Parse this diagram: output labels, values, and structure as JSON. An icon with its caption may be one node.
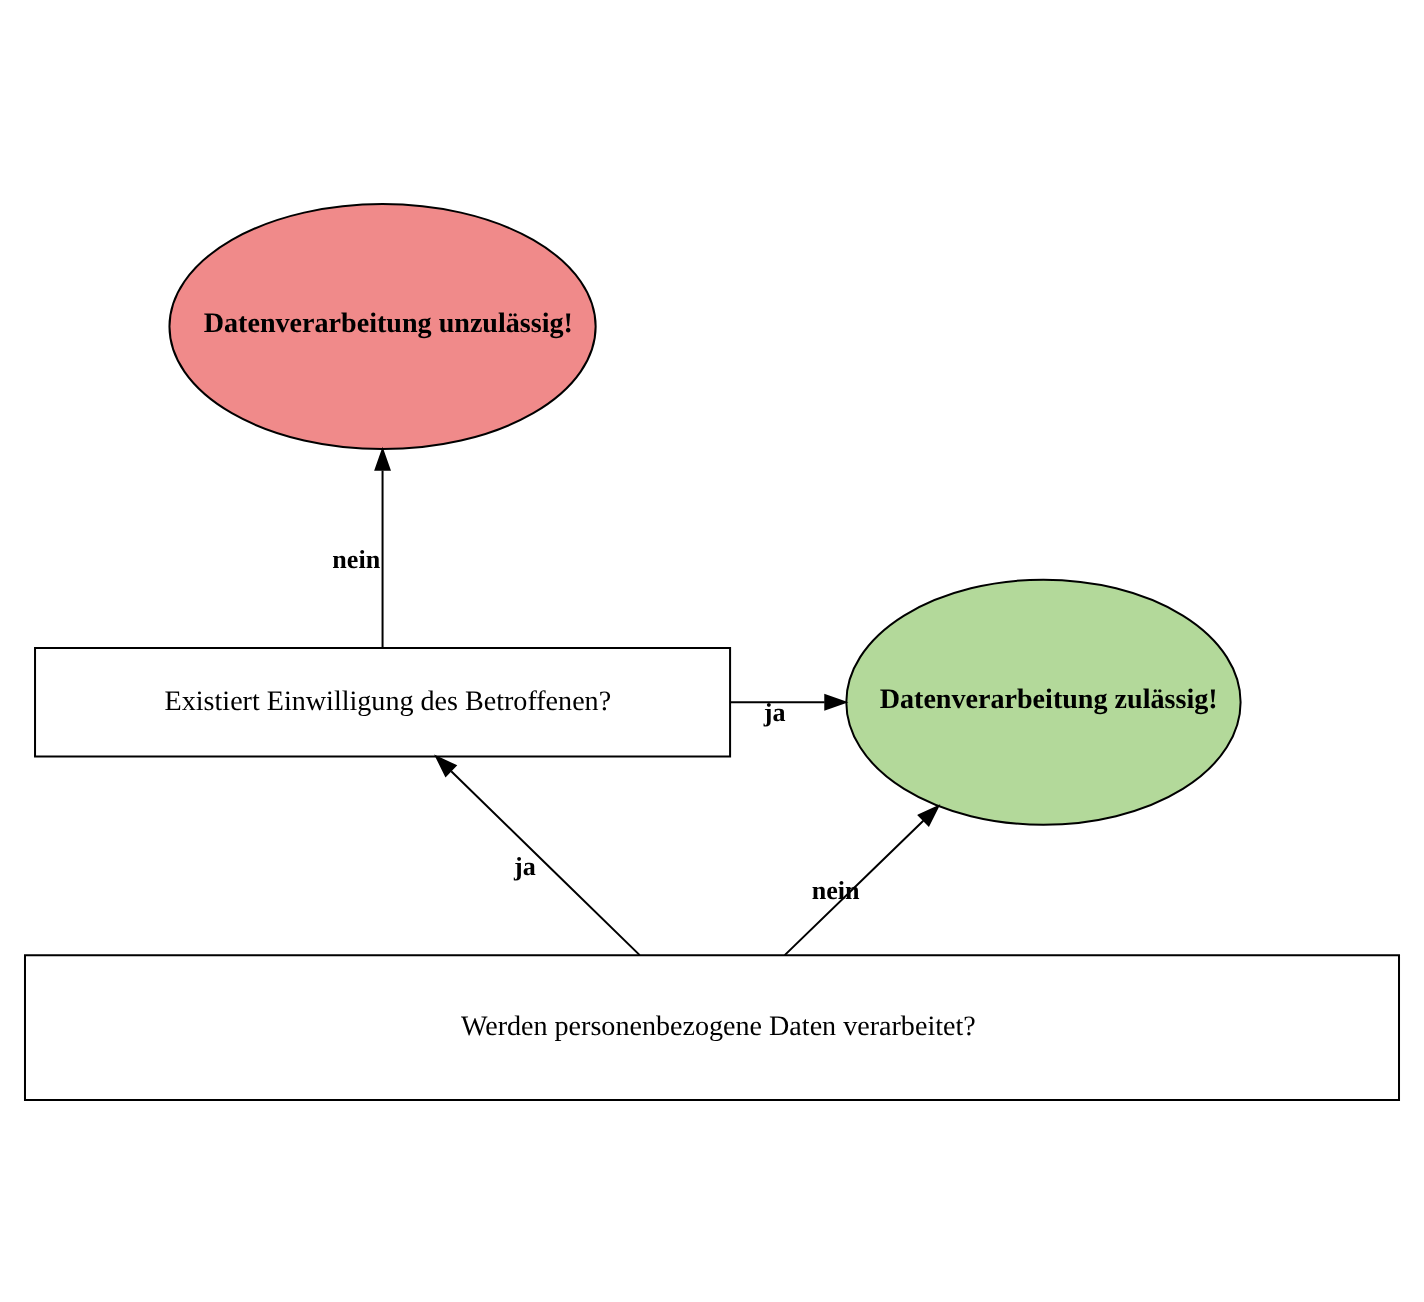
{
  "diagram": {
    "nodes": [
      {
        "text": [
          "Datenverarbeitung unzulässig!"
        ]
      },
      {
        "text": [
          "Datenverarbeitung zulässig!"
        ]
      },
      {
        "text": [
          "Existiert Einwilligung des Betroffenen?"
        ]
      },
      {
        "text": [
          "Werden personenbezogene Daten verarbeitet?"
        ]
      }
    ],
    "edges": [
      {
        "from": 3,
        "to": 2,
        "arrow": "to",
        "label": "ja"
      },
      {
        "from": 3,
        "to": 1,
        "arrow": "to",
        "label": "nein"
      },
      {
        "from": 2,
        "to": 1,
        "arrow": "to",
        "label": "ja"
      },
      {
        "from": 2,
        "to": 0,
        "arrow": "to",
        "label": "nein"
      }
    ]
  }
}
